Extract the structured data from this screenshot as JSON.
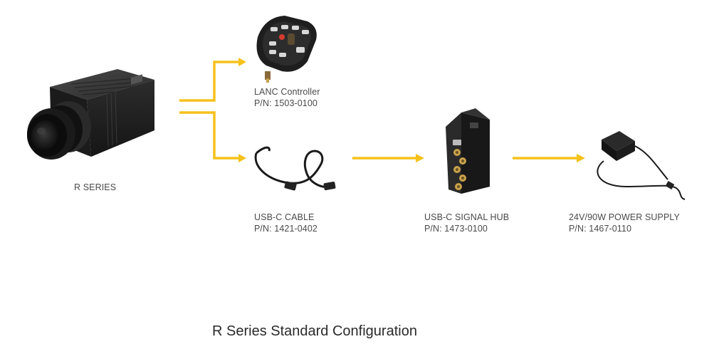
{
  "components": {
    "camera": {
      "name": "R SERIES"
    },
    "lanc_controller": {
      "name": "LANC Controller",
      "pn": "P/N: 1503-0100"
    },
    "usb_c_cable": {
      "name": "USB-C CABLE",
      "pn": "P/N: 1421-0402"
    },
    "signal_hub": {
      "name": "USB-C SIGNAL HUB",
      "pn": "P/N: 1473-0100"
    },
    "power_supply": {
      "name": "24V/90W POWER SUPPLY",
      "pn": "P/N: 1467-0110"
    }
  },
  "caption": "R Series Standard Configuration",
  "colors": {
    "arrow": "#f5c21b",
    "device": "#1e1e1e",
    "accent": "#c9a24a"
  }
}
